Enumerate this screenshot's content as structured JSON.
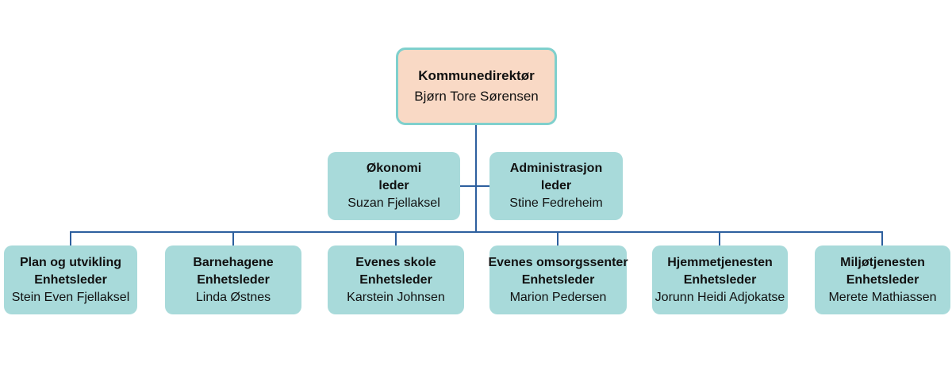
{
  "org_chart": {
    "root": {
      "title": "Kommunedirektør",
      "name": "Bjørn Tore Sørensen"
    },
    "staff": [
      {
        "title": "Økonomi",
        "subtitle": "leder",
        "name": "Suzan Fjellaksel"
      },
      {
        "title": "Administrasjon",
        "subtitle": "leder",
        "name": "Stine Fedreheim"
      }
    ],
    "units": [
      {
        "title": "Plan og utvikling",
        "subtitle": "Enhetsleder",
        "name": "Stein Even Fjellaksel"
      },
      {
        "title": "Barnehagene",
        "subtitle": "Enhetsleder",
        "name": "Linda Østnes"
      },
      {
        "title": "Evenes skole",
        "subtitle": "Enhetsleder",
        "name": "Karstein Johnsen"
      },
      {
        "title": "Evenes omsorgssenter",
        "subtitle": "Enhetsleder",
        "name": "Marion Pedersen"
      },
      {
        "title": "Hjemmetjenesten",
        "subtitle": "Enhetsleder",
        "name": "Jorunn Heidi Adjokatse"
      },
      {
        "title": "Miljøtjenesten",
        "subtitle": "Enhetsleder",
        "name": "Merete Mathiassen"
      }
    ],
    "colors": {
      "root_fill": "#f9d9c5",
      "root_border": "#7fd0cd",
      "box_fill": "#a8dada",
      "connector": "#2d5f9e"
    }
  }
}
